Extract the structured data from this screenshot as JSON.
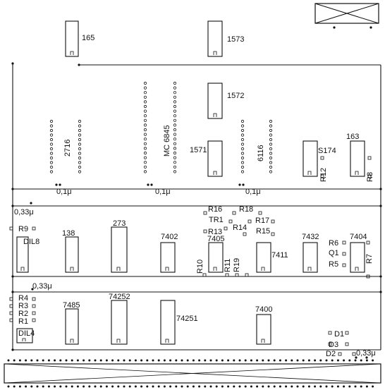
{
  "board": {
    "chip_labels": {
      "c165": "165",
      "c1573": "1573",
      "c1572": "1572",
      "c2716": "2716",
      "cmc6845": "MC 6845",
      "c1571": "1571",
      "c6116": "6116",
      "cs174": "S174",
      "c163": "163",
      "c138": "138",
      "c273": "273",
      "c7402": "7402",
      "c7405": "7405",
      "c7411": "7411",
      "c7432": "7432",
      "c7404": "7404",
      "c7485": "7485",
      "c74252": "74252",
      "c74251": "74251",
      "c7400": "7400",
      "dil8": "DIL8",
      "dil4": "DIL4"
    },
    "component_labels": {
      "r12": "R12",
      "r8": "R8",
      "r9": "R9",
      "r16": "R16",
      "r18": "R18",
      "tr1": "TR1",
      "r17": "R17",
      "r14": "R14",
      "r13": "R13",
      "r15": "R15",
      "r6": "R6",
      "q1": "Q1",
      "r5": "R5",
      "r7": "R7",
      "r10": "R10",
      "r11": "R11",
      "r19": "R19",
      "r4": "R4",
      "r3": "R3",
      "r2": "R2",
      "r1": "R1",
      "d1": "D1",
      "d3": "D3",
      "d2": "D2"
    },
    "capacitor_labels": {
      "cap1": "0,1μ",
      "cap2": "0,1μ",
      "cap3": "0,1μ",
      "cap4": "0,33μ",
      "cap5": "0,33μ",
      "cap6": "0,33μ"
    }
  }
}
